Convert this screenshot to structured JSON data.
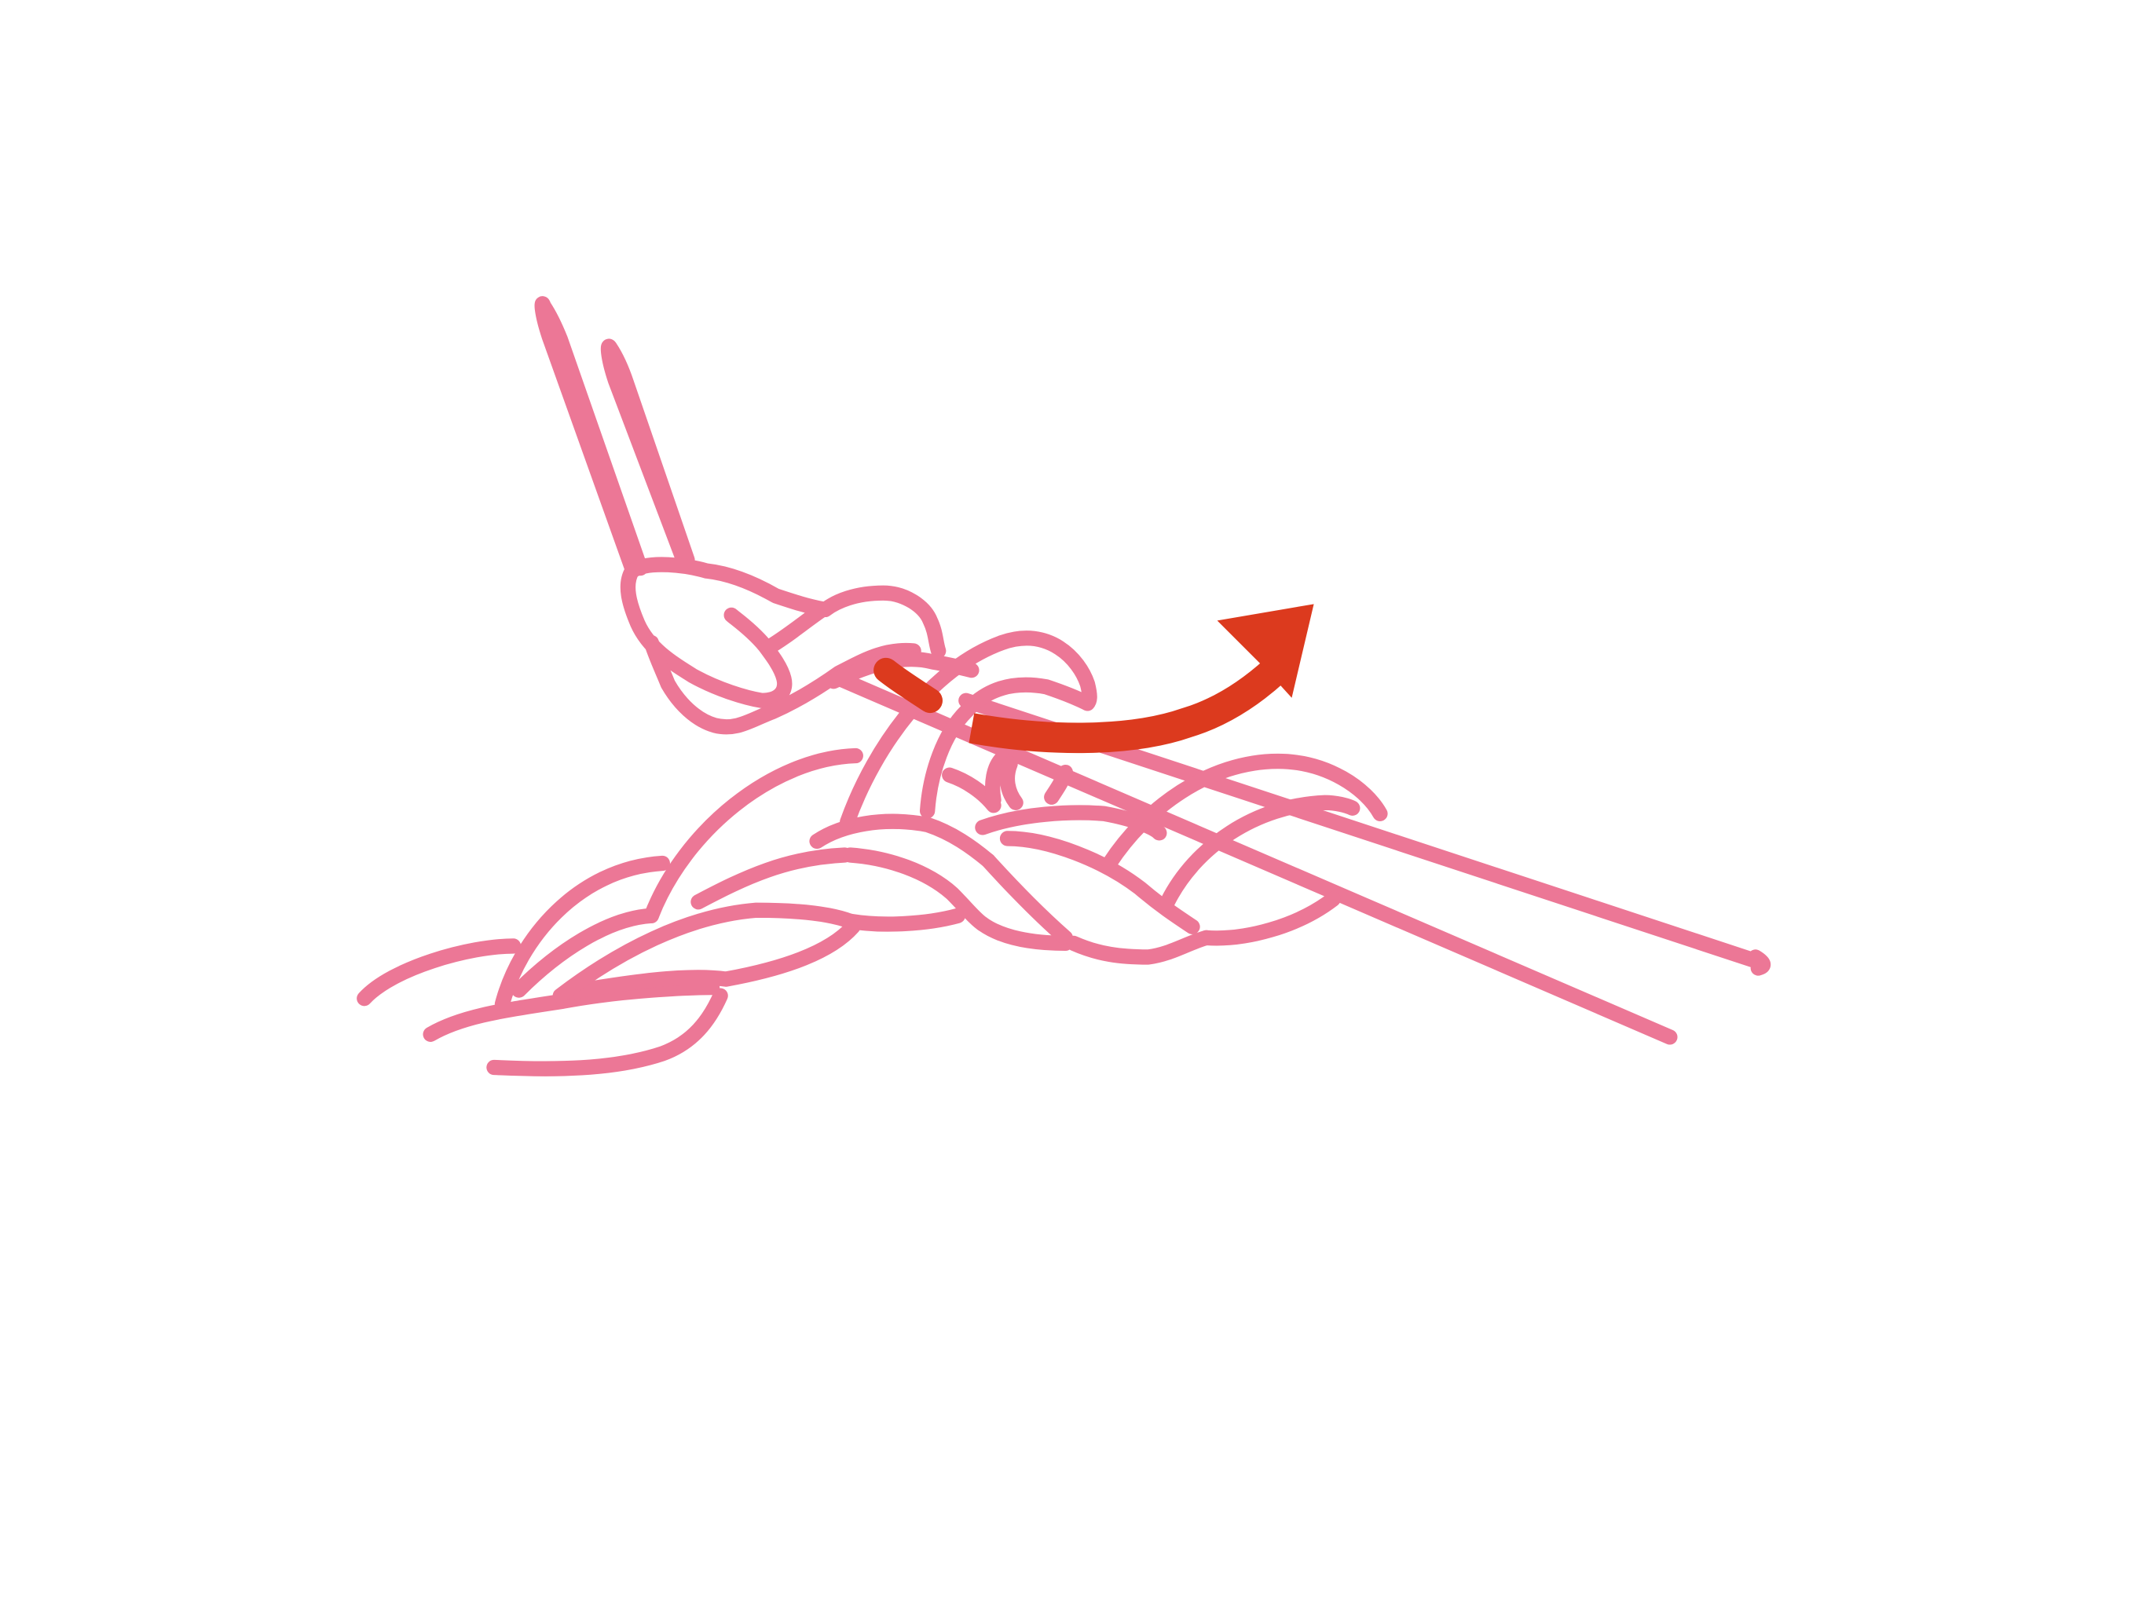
{
  "diagram": {
    "style": "crochet-stitch-illustration",
    "colors": {
      "background": "#ffffff",
      "yarn": "#EC7796",
      "arrow": "#DC3A1E"
    },
    "elements": [
      {
        "name": "crochet-hook",
        "kind": "tool"
      },
      {
        "name": "working-yarn-end",
        "kind": "yarn"
      },
      {
        "name": "chain-stitches",
        "kind": "yarn"
      },
      {
        "name": "loop-on-hook",
        "kind": "yarn"
      },
      {
        "name": "direction-arrow",
        "kind": "indicator",
        "direction": "right-and-up"
      }
    ]
  }
}
